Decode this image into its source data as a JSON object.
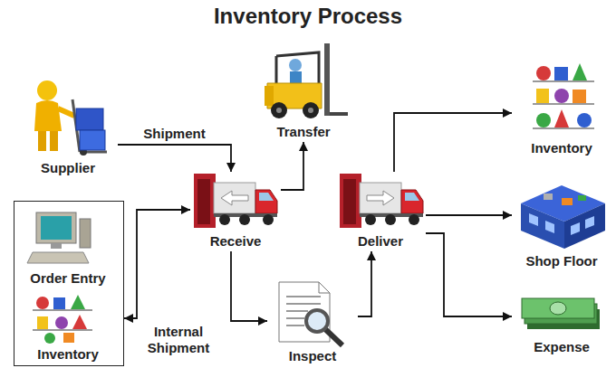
{
  "diagram": {
    "title": "Inventory Process",
    "nodes": [
      {
        "text": [
          "Supplier"
        ]
      },
      {
        "text": [
          "Transfer"
        ]
      },
      {
        "text": [
          "Receive"
        ]
      },
      {
        "text": [
          "Deliver"
        ]
      },
      {
        "text": [
          "Inventory"
        ]
      },
      {
        "text": [
          "Shop Floor"
        ]
      },
      {
        "text": []
      },
      {
        "text": [
          "Order Entry"
        ],
        "in": 6
      },
      {
        "text": [
          "Inventory"
        ],
        "in": 6
      },
      {
        "text": [
          "Inspect"
        ]
      },
      {
        "text": [
          "Expense"
        ]
      }
    ],
    "edges": [
      {
        "from": 0,
        "to": 2,
        "arrow": "to",
        "label": "Shipment"
      },
      {
        "from": 2,
        "to": 1,
        "arrow": "to"
      },
      {
        "from": 2,
        "to": 9,
        "arrow": "to"
      },
      {
        "from": 9,
        "to": 3,
        "arrow": "to"
      },
      {
        "from": 6,
        "to": 2,
        "arrow": "both",
        "label": "Internal Shipment"
      },
      {
        "from": 3,
        "to": 4,
        "arrow": "to"
      },
      {
        "from": 3,
        "to": 5,
        "arrow": "to"
      },
      {
        "from": 3,
        "to": 10,
        "arrow": "to"
      }
    ]
  }
}
